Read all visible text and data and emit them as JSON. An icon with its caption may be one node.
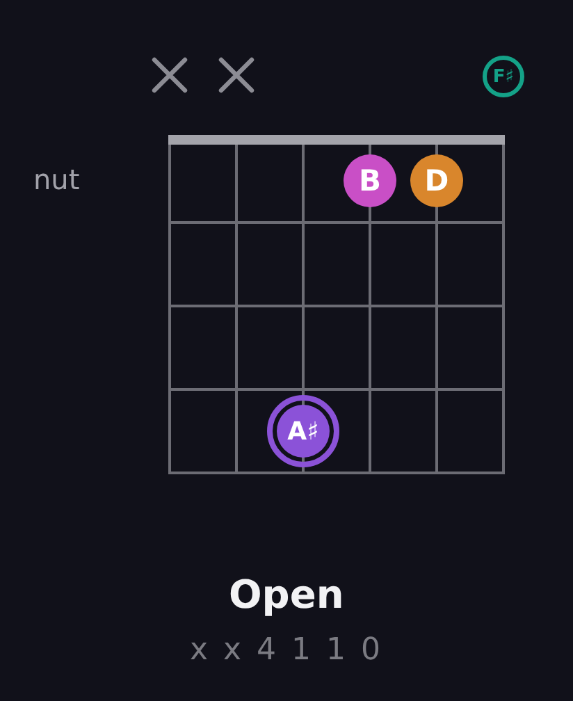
{
  "diagram": {
    "title": "Open",
    "nodes": [
      {
        "text": [
          "F♯"
        ]
      },
      {
        "text": [
          "B"
        ]
      },
      {
        "text": [
          "D"
        ]
      },
      {
        "text": [
          "A♯"
        ]
      }
    ],
    "labels": [
      "nut",
      "x x 4 1 1 0"
    ]
  }
}
